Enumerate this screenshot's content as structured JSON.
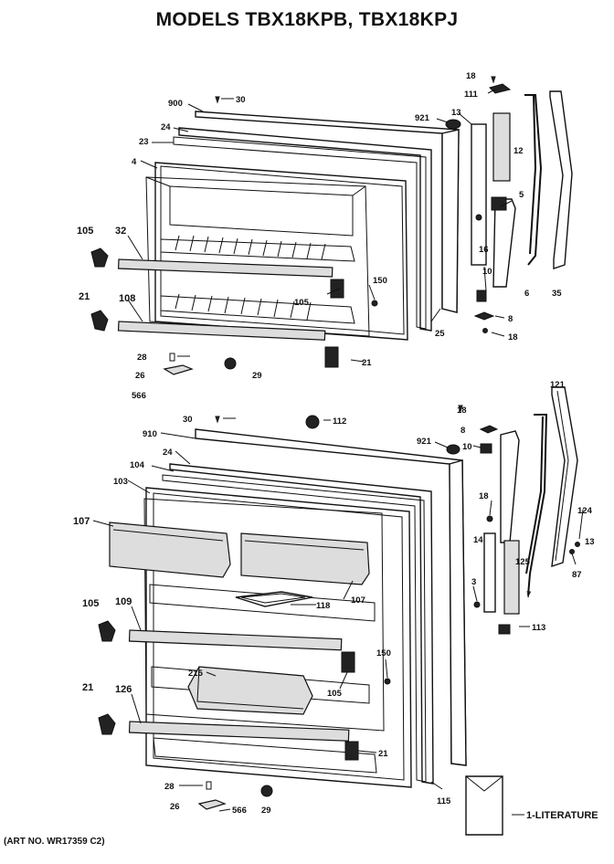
{
  "title": "MODELS TBX18KPB, TBX18KPJ",
  "art_no": "(ART NO. WR17359 C2)",
  "labels": {
    "l18a": "18",
    "l111": "111",
    "l30a": "30",
    "l900": "900",
    "l921a": "921",
    "l13a": "13",
    "l24a": "24",
    "l12": "12",
    "l23": "23",
    "l4": "4",
    "l5": "5",
    "l105a": "105",
    "l32": "32",
    "l16": "16",
    "l10a": "10",
    "l150a": "150",
    "l21a": "21",
    "l108": "108",
    "l105b": "105",
    "l6": "6",
    "l35": "35",
    "l25": "25",
    "l8a": "8",
    "l18b": "18",
    "l28a": "28",
    "l21b": "21",
    "l26a": "26",
    "l29a": "29",
    "l566a": "566",
    "l18c": "18",
    "l121": "121",
    "l30b": "30",
    "l112": "112",
    "l910": "910",
    "l8b": "8",
    "l921b": "921",
    "l10b": "10",
    "l24b": "24",
    "l104": "104",
    "l18d": "18",
    "l103": "103",
    "l124": "124",
    "l107a": "107",
    "l13b": "13",
    "l14": "14",
    "l125": "125",
    "l87": "87",
    "l3": "3",
    "l7": "7",
    "l107b": "107",
    "l118": "118",
    "l105c": "105",
    "l109": "109",
    "l113": "113",
    "l150b": "150",
    "l215": "215",
    "l105d": "105",
    "l21c": "21",
    "l126": "126",
    "l21d": "21",
    "l28b": "28",
    "l115": "115",
    "l26b": "26",
    "l566b": "566",
    "l29b": "29",
    "literature": "1-LITERATURE"
  }
}
